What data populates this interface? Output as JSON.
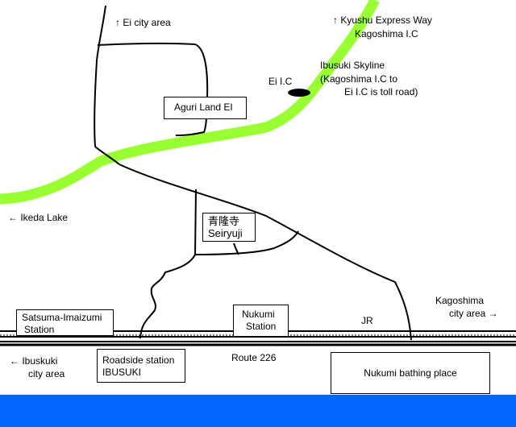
{
  "colors": {
    "expressway": "#99ff33",
    "sea": "#0066ff",
    "road": "#000000",
    "background": "#ffffff",
    "interchange": "#000000"
  },
  "labels": {
    "ei_city_area": "↑ Ei city area",
    "kyushu_express_line1": "↑ Kyushu Express Way",
    "kyushu_express_line2": "Kagoshima I.C",
    "ei_ic": "Ei I.C",
    "ibusuki_skyline_line1": "Ibusuki Skyline",
    "ibusuki_skyline_line2": "(Kagoshima I.C to",
    "ibusuki_skyline_line3": "Ei I.C is toll road)",
    "ikeda_lake": "← Ikeda Lake",
    "kagoshima_city_line1": "Kagoshima",
    "kagoshima_city_line2": "city area →",
    "jr": "JR",
    "ibusuki_city_line1": "← Ibuskuki",
    "ibusuki_city_line2": "city area",
    "route_226": "Route 226"
  },
  "places": {
    "aguri_land": "Aguri Land EI",
    "seiryuji_kanji": "青隆寺",
    "seiryuji_roman": "Seiryuji",
    "satsuma_imaizumi_line1": "Satsuma-Imaizumi",
    "satsuma_imaizumi_line2": "Station",
    "nukumi_station_line1": "Nukumi",
    "nukumi_station_line2": "Station",
    "roadside_station_line1": "Roadside station",
    "roadside_station_line2": "IBUSUKI",
    "nukumi_bathing": "Nukumi bathing place"
  }
}
